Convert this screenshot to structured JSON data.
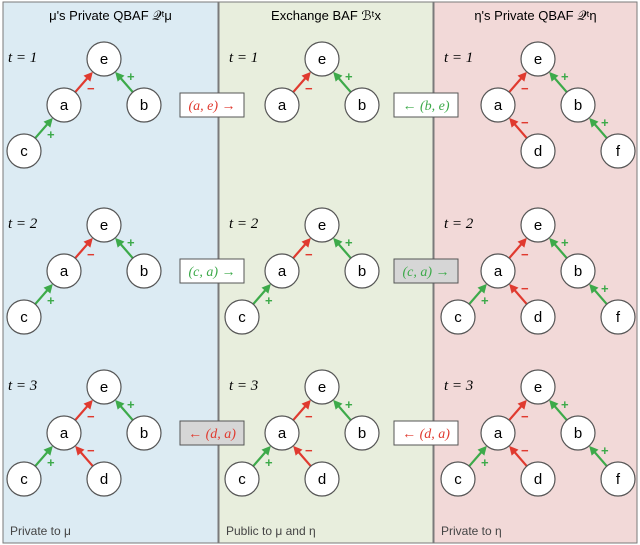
{
  "panels": {
    "left": {
      "title": "μ's Private QBAF 𝒬ᵗμ",
      "footer": "Private to μ",
      "fill": "#dcebf3"
    },
    "middle": {
      "title": "Exchange BAF ℬᵗx",
      "footer": "Public to μ and η",
      "fill": "#e8eedd"
    },
    "right": {
      "title": "η's Private QBAF 𝒬ᵗη",
      "footer": "Private to η",
      "fill": "#f2d9d8"
    }
  },
  "steps": [
    "t = 1",
    "t = 2",
    "t = 3"
  ],
  "colors": {
    "attack": "#e03a2f",
    "support": "#3daa4a",
    "border": "#555555"
  },
  "signs": {
    "attack": "−",
    "support": "+"
  },
  "graphs": {
    "left": [
      {
        "nodes": [
          "e",
          "a",
          "b",
          "c"
        ],
        "edges": [
          [
            "a",
            "e",
            "attack"
          ],
          [
            "b",
            "e",
            "support"
          ],
          [
            "c",
            "a",
            "support"
          ]
        ]
      },
      {
        "nodes": [
          "e",
          "a",
          "b",
          "c"
        ],
        "edges": [
          [
            "a",
            "e",
            "attack"
          ],
          [
            "b",
            "e",
            "support"
          ],
          [
            "c",
            "a",
            "support"
          ]
        ]
      },
      {
        "nodes": [
          "e",
          "a",
          "b",
          "c",
          "d"
        ],
        "edges": [
          [
            "a",
            "e",
            "attack"
          ],
          [
            "b",
            "e",
            "support"
          ],
          [
            "c",
            "a",
            "support"
          ],
          [
            "d",
            "a",
            "attack"
          ]
        ]
      }
    ],
    "middle": [
      {
        "nodes": [
          "e",
          "a",
          "b"
        ],
        "edges": [
          [
            "a",
            "e",
            "attack"
          ],
          [
            "b",
            "e",
            "support"
          ]
        ]
      },
      {
        "nodes": [
          "e",
          "a",
          "b",
          "c"
        ],
        "edges": [
          [
            "a",
            "e",
            "attack"
          ],
          [
            "b",
            "e",
            "support"
          ],
          [
            "c",
            "a",
            "support"
          ]
        ]
      },
      {
        "nodes": [
          "e",
          "a",
          "b",
          "c",
          "d"
        ],
        "edges": [
          [
            "a",
            "e",
            "attack"
          ],
          [
            "b",
            "e",
            "support"
          ],
          [
            "c",
            "a",
            "support"
          ],
          [
            "d",
            "a",
            "attack"
          ]
        ]
      }
    ],
    "right": [
      {
        "nodes": [
          "e",
          "a",
          "b",
          "d",
          "f"
        ],
        "edges": [
          [
            "a",
            "e",
            "attack"
          ],
          [
            "b",
            "e",
            "support"
          ],
          [
            "d",
            "a",
            "attack"
          ],
          [
            "f",
            "b",
            "support"
          ]
        ]
      },
      {
        "nodes": [
          "e",
          "a",
          "b",
          "c",
          "d",
          "f"
        ],
        "edges": [
          [
            "a",
            "e",
            "attack"
          ],
          [
            "b",
            "e",
            "support"
          ],
          [
            "c",
            "a",
            "support"
          ],
          [
            "d",
            "a",
            "attack"
          ],
          [
            "f",
            "b",
            "support"
          ]
        ]
      },
      {
        "nodes": [
          "e",
          "a",
          "b",
          "c",
          "d",
          "f"
        ],
        "edges": [
          [
            "a",
            "e",
            "attack"
          ],
          [
            "b",
            "e",
            "support"
          ],
          [
            "c",
            "a",
            "support"
          ],
          [
            "d",
            "a",
            "attack"
          ],
          [
            "f",
            "b",
            "support"
          ]
        ]
      }
    ]
  },
  "messages": [
    {
      "slot": "left",
      "step": 0,
      "text": "(a, e) →",
      "color": "#e03a2f",
      "fill": "#ffffff"
    },
    {
      "slot": "right",
      "step": 0,
      "text": "← (b, e)",
      "color": "#3daa4a",
      "fill": "#ffffff"
    },
    {
      "slot": "left",
      "step": 1,
      "text": "(c, a) →",
      "color": "#3daa4a",
      "fill": "#ffffff"
    },
    {
      "slot": "right",
      "step": 1,
      "text": "(c, a) →",
      "color": "#3daa4a",
      "fill": "#d6d6d6"
    },
    {
      "slot": "left",
      "step": 2,
      "text": "← (d, a)",
      "color": "#e03a2f",
      "fill": "#d6d6d6"
    },
    {
      "slot": "right",
      "step": 2,
      "text": "← (d, a)",
      "color": "#e03a2f",
      "fill": "#ffffff"
    }
  ]
}
